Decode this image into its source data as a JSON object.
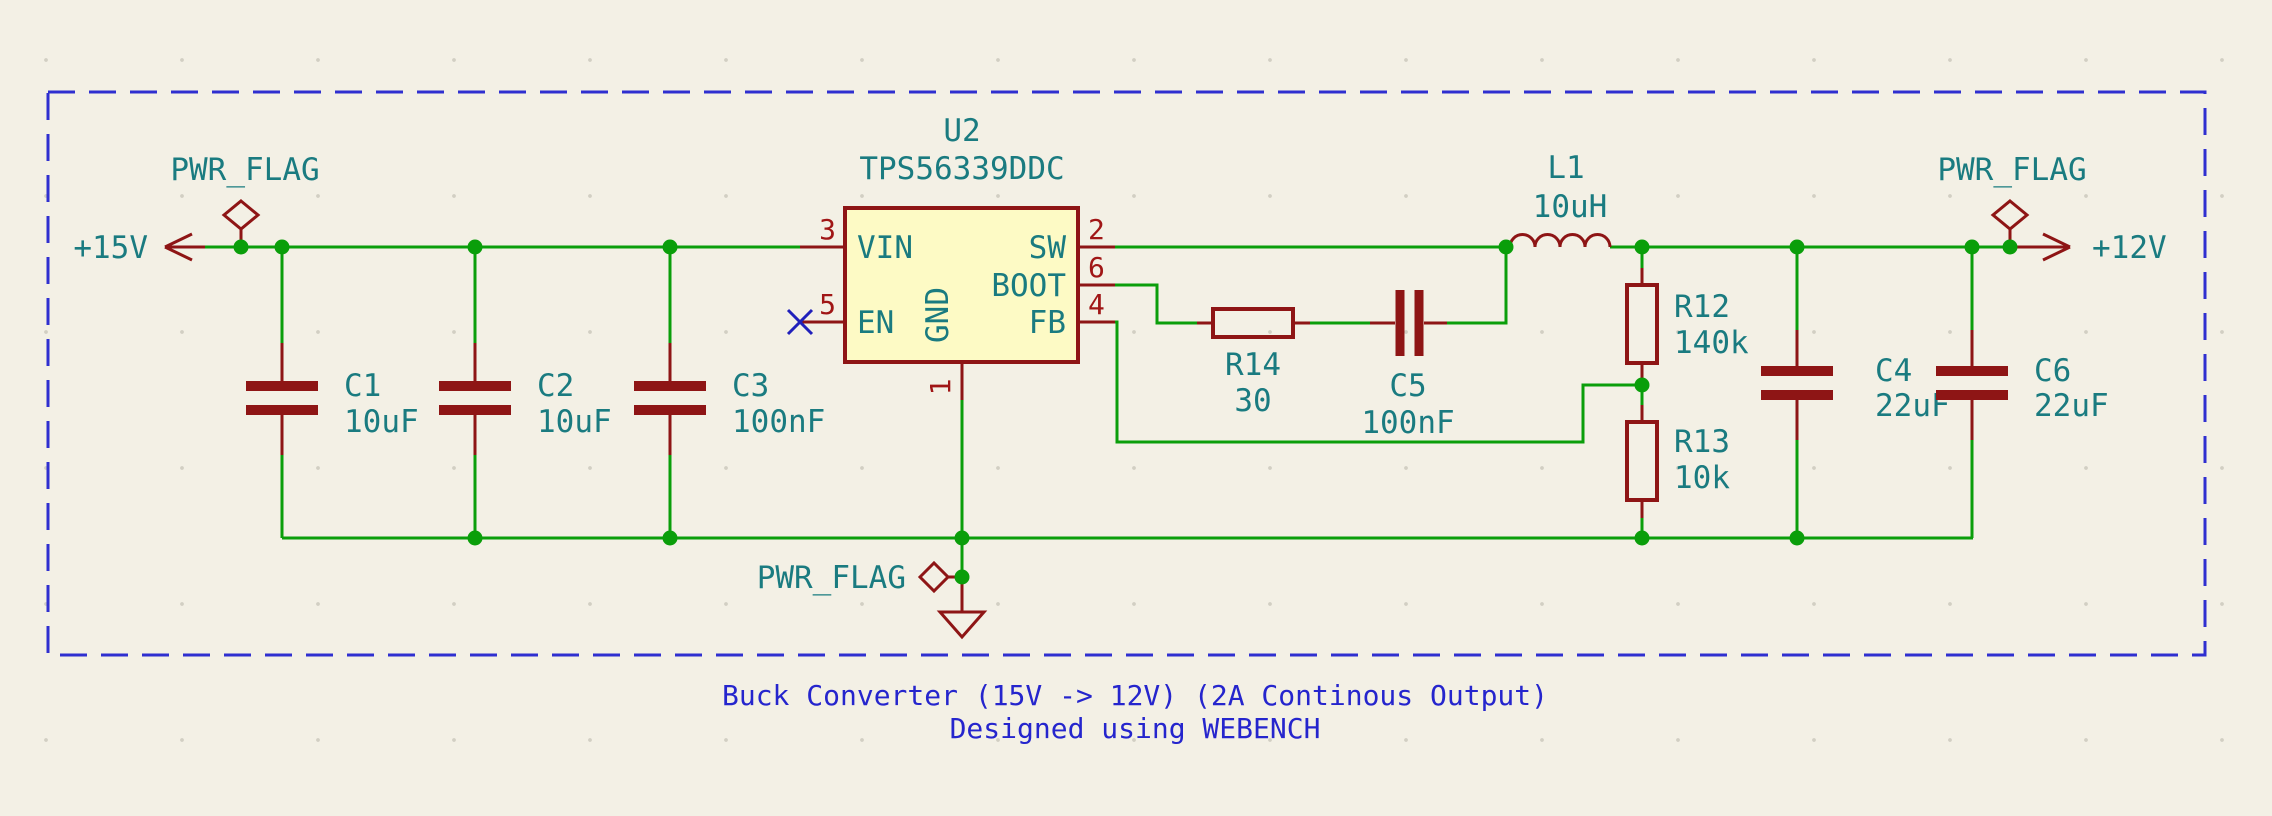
{
  "schematic": {
    "title": "Buck Converter (15V -> 12V) (2A Continous Output)",
    "subtitle": "Designed using WEBENCH"
  },
  "power": {
    "input_rail": "+15V",
    "output_rail": "+12V",
    "flag_left": "PWR_FLAG",
    "flag_right": "PWR_FLAG",
    "flag_gnd": "PWR_FLAG"
  },
  "ic": {
    "ref": "U2",
    "value": "TPS56339DDC",
    "pins": {
      "vin": {
        "num": "3",
        "name": "VIN"
      },
      "en": {
        "num": "5",
        "name": "EN"
      },
      "sw": {
        "num": "2",
        "name": "SW"
      },
      "boot": {
        "num": "6",
        "name": "BOOT"
      },
      "fb": {
        "num": "4",
        "name": "FB"
      },
      "gnd": {
        "num": "1",
        "name": "GND"
      }
    }
  },
  "components": {
    "c1": {
      "ref": "C1",
      "value": "10uF"
    },
    "c2": {
      "ref": "C2",
      "value": "10uF"
    },
    "c3": {
      "ref": "C3",
      "value": "100nF"
    },
    "c4": {
      "ref": "C4",
      "value": "22uF"
    },
    "c5": {
      "ref": "C5",
      "value": "100nF"
    },
    "c6": {
      "ref": "C6",
      "value": "22uF"
    },
    "l1": {
      "ref": "L1",
      "value": "10uH"
    },
    "r12": {
      "ref": "R12",
      "value": "140k"
    },
    "r13": {
      "ref": "R13",
      "value": "10k"
    },
    "r14": {
      "ref": "R14",
      "value": "30"
    }
  },
  "colors": {
    "wire": "#0a9e0a",
    "symbol": "#8e1515",
    "text": "#1a7b80",
    "pin_number": "#a01616",
    "notes": "#2525cd",
    "ic_fill": "#fdfac5",
    "border": "#2f2fd0",
    "no_connect": "#2020bb",
    "bg": "#f3f0e5",
    "grid_dot": "#d2cfc3"
  }
}
